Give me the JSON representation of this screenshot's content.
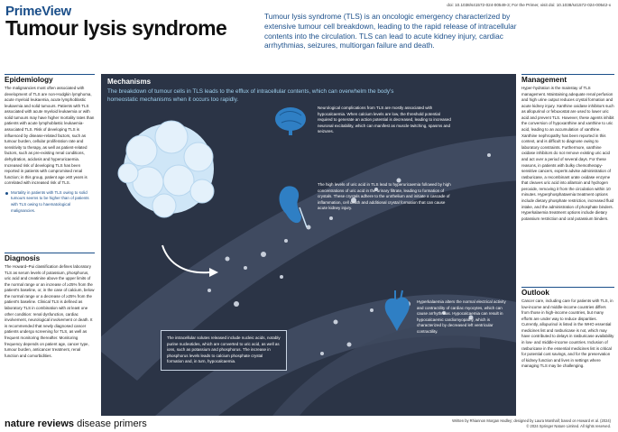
{
  "doi": "doi: 10.1038/s41572-024-00549-3; For the Primer, visit doi: 10.1038/s41572-024-00542-x",
  "brand": "PrimeView",
  "title": "Tumour lysis syndrome",
  "intro": "Tumour lysis syndrome (TLS) is an oncologic emergency characterized by extensive tumour cell breakdown, leading to the rapid release of intracellular contents into the circulation. TLS can lead to acute kidney injury, cardiac arrhythmias, seizures, multiorgan failure and death.",
  "epidemiology": {
    "heading": "Epidemiology",
    "body": "The malignancies most often associated with development of TLS are non-Hodgkin lymphoma, acute myeloid leukaemia, acute lymphoblastic leukaemia and solid tumours. Patients with TLS associated with acute myeloid leukaemia or with solid tumours may have higher mortality rates than patients with acute lymphoblastic leukaemia-associated TLS. Risk of developing TLS is influenced by disease-related factors, such as tumour burden, cellular proliferation rate and sensitivity to therapy, as well as patient-related factors, such as pre-existing renal conditions, dehydration, acidosis and hyperuricaemia. Increased risk of developing TLS has been reported in patients with compromised renal function; in this group, patient age ≥60 years is correlated with increased risk of TLS.",
    "bullet": "Mortality in patients with TLS owing to solid tumours seems to be higher than of patients with TLS owing to haematological malignancies."
  },
  "diagnosis": {
    "heading": "Diagnosis",
    "body": "The Howard–Pui classification defines laboratory TLS as serum levels of potassium, phosphorus, uric acid and creatinine above the upper limits of the normal range or an increase of ≥25% from the patient's baseline, or, in the case of calcium, below the normal range or a decrease of ≥25% from the patient's baseline. Clinical TLS is defined as laboratory TLS in combination with at least one other condition: renal dysfunction, cardiac involvement, neurological involvement or death. It is recommended that newly diagnosed cancer patients undergo screening for TLS, as well as frequent monitoring thereafter. Monitoring frequency depends on patient age, cancer type, tumour burden, anticancer treatment, renal function and comorbidities."
  },
  "mechanisms": {
    "heading": "Mechanisms",
    "lead": "The breakdown of tumour cells in TLS leads to the efflux of intracellular contents, which can overwhelm the body's homeostatic mechanisms when it occurs too rapidly.",
    "neuro": "Neurological complications from TLS are mostly associated with hypocalcaemia. When calcium levels are low, the threshold potential required to generate an action potential is decreased, leading to increased neuronal excitability, which can manifest as muscle twitching, spasms and seizures.",
    "renal": "The high levels of uric acid in TLS lead to hyperuricaemia followed by high concentrations of uric acid in the urinary filtrate, leading to formation of crystals. These crystals adhere to the urothelium and initiate a cascade of inflammation, cell death and additional crystal formation that can cause acute kidney injury.",
    "cardiac": "Hyperkalaemia alters the normal electrical activity and contractility of cardiac myocytes, which can cause arrhythmias. Hypocalcaemia can result in hypocalcaemic cardiomyopathy, which is characterized by decreased left ventricular contractility.",
    "release": "The intracellular solutes released include nucleic acids, notably purine nucleotides, which are converted to uric acid, as well as ions, such as potassium and phosphorus. The increase in phosphorus levels leads to calcium phosphate crystal formation and, in turn, hypocalcaemia."
  },
  "management": {
    "heading": "Management",
    "body": "Hyper-hydration is the mainstay of TLS management. Maintaining adequate renal perfusion and high urine output reduces crystal formation and acute kidney injury. Xanthine oxidase inhibitors such as allopurinol or febuxostat are used to lower uric acid and prevent TLS. However, these agents inhibit the conversion of hypoxanthine and xanthine to uric acid, leading to an accumulation of xanthine. Xanthine nephropathy has been reported in this context, and is difficult to diagnose owing to laboratory constraints. Furthermore, xanthine oxidase inhibitors do not remove existing uric acid and act over a period of several days. For these reasons, in patients with bulky chemotherapy-sensitive cancers, experts advise administration of rasburicase, a recombinant urate oxidase enzyme that cleaves uric acid into allantoin and hydrogen peroxide, removing it from the circulation within 10 minutes. Hyperphosphataemia treatment options include dietary phosphate restriction, increased fluid intake, and the administration of phosphate binders. Hyperkalaemia treatment options include dietary potassium restriction and oral potassium binders."
  },
  "outlook": {
    "heading": "Outlook",
    "body": "Cancer care, including care for patients with TLS, in low-income and middle-income countries differs from those in high-income countries, but many efforts are under way to reduce disparities. Currently, allopurinol is listed in the WHO essential medicines list and rasburicase is not, which may have contributed to delays in rasburicase availability in low- and middle-income countries. Inclusion of rasburicase in the essential medicines list is critical for potential cost savings, and for the preservation of kidney function and lives in settings where managing TLS may be challenging."
  },
  "footer": {
    "logo_bold": "nature reviews",
    "logo_light": " disease primers",
    "credit_line1": "Written by Rhiannon Morgan Hadley; designed by Laura Marshall; based on Howard et al. (2024)",
    "credit_line2": "© 2024 Springer Nature Limited. All rights reserved."
  },
  "colors": {
    "accent_blue": "#1b4f8a",
    "panel_bg": "#2b3446",
    "vessel": "#47526a",
    "cell": "#cfe6f7",
    "organ": "#2f7fc4"
  }
}
